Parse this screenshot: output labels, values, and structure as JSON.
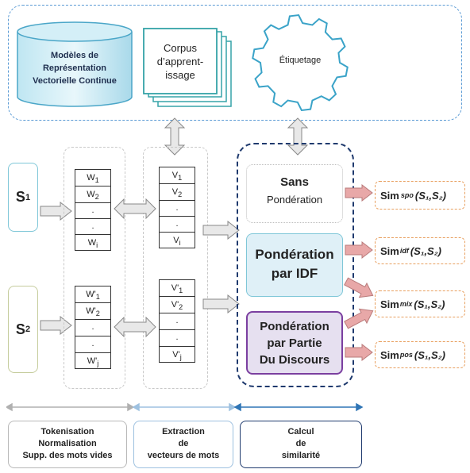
{
  "top": {
    "models_label": [
      "Modèles de",
      "Représentation",
      "Vectorielle Continue"
    ],
    "corpus_label": [
      "Corpus",
      "d’apprent-",
      "issage"
    ],
    "tagging_label": "Étiquetage"
  },
  "s1": {
    "label": "S",
    "sub": "1",
    "words": [
      [
        "W",
        "1"
      ],
      [
        "W",
        "2"
      ],
      [
        "."
      ],
      [
        "."
      ],
      [
        "W",
        "i"
      ]
    ],
    "vectors": [
      [
        "V",
        "1"
      ],
      [
        "V",
        "2"
      ],
      [
        "."
      ],
      [
        "."
      ],
      [
        "V",
        "i"
      ]
    ]
  },
  "s2": {
    "label": "S",
    "sub": "2",
    "words": [
      [
        "W'",
        "1"
      ],
      [
        "W'",
        "2"
      ],
      [
        "."
      ],
      [
        "."
      ],
      [
        "W'",
        "j"
      ]
    ],
    "vectors": [
      [
        "V'",
        "1"
      ],
      [
        "V'",
        "2"
      ],
      [
        "."
      ],
      [
        "."
      ],
      [
        "V'",
        "j"
      ]
    ]
  },
  "weighting": {
    "none": [
      "Sans",
      "Pondération"
    ],
    "idf": [
      "Pondération",
      "par IDF"
    ],
    "pos": [
      "Pondération",
      "par Partie",
      "Du Discours"
    ]
  },
  "sims": [
    {
      "prefix": "Sim",
      "sub": "spo",
      "args": "(S₁,S₂)"
    },
    {
      "prefix": "Sim",
      "sub": "idf",
      "args": "(S₁,S₂)"
    },
    {
      "prefix": "Sim",
      "sub": "mix",
      "args": "(S₁,S₂)"
    },
    {
      "prefix": "Sim",
      "sub": "pos",
      "args": "(S₁,S₂)"
    }
  ],
  "footer": {
    "tokenisation": [
      "Tokenisation",
      "Normalisation",
      "Supp. des mots vides"
    ],
    "extraction": [
      "Extraction",
      "de",
      "vecteurs de mots"
    ],
    "calcul": [
      "Calcul",
      "de",
      "similarité"
    ]
  },
  "colors": {
    "top_border": "#5b9bd5",
    "panel_border": "#1f3a6e",
    "s1": "#7fc7d8",
    "s2": "#c5cc9c",
    "idf_fill": "#dff0f7",
    "pos_fill": "#e6e0f0",
    "pos_border": "#7b3fa0",
    "sim_arrow": "#e8a8a8"
  }
}
